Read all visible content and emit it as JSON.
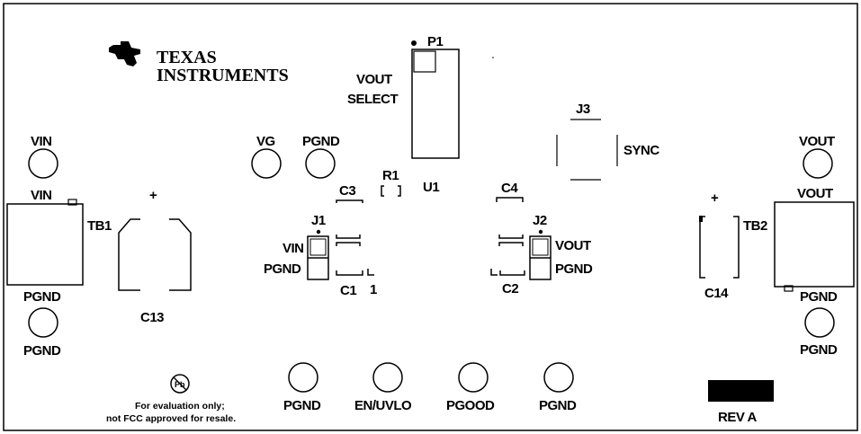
{
  "logo": {
    "line1": "TEXAS",
    "line2": "INSTRUMENTS"
  },
  "labels": {
    "p1": "P1",
    "vout_select_1": "VOUT",
    "vout_select_2": "SELECT",
    "u1": "U1",
    "r1": "R1",
    "j3": "J3",
    "sync": "SYNC",
    "vin_top": "VIN",
    "vin_tb1": "VIN",
    "tb1": "TB1",
    "pgnd_tb1": "PGND",
    "pgnd_left_bottom": "PGND",
    "c13": "C13",
    "vg": "VG",
    "pgnd_top": "PGND",
    "c3": "C3",
    "c4": "C4",
    "j1": "J1",
    "j1_vin": "VIN",
    "j1_pgnd": "PGND",
    "c1": "C1",
    "pin1": "1",
    "j2": "J2",
    "j2_vout": "VOUT",
    "j2_pgnd": "PGND",
    "c2": "C2",
    "vout_top": "VOUT",
    "vout_tb2": "VOUT",
    "tb2": "TB2",
    "c14": "C14",
    "pgnd_tb2": "PGND",
    "pgnd_right_bottom": "PGND",
    "plus_c13": "+",
    "plus_c14": "+",
    "bottom_pgnd_1": "PGND",
    "bottom_en_uvlo": "EN/UVLO",
    "bottom_pgood": "PGOOD",
    "bottom_pgnd_2": "PGND",
    "pb_symbol": "Pb",
    "eval_note_1": "For evaluation only;",
    "eval_note_2": "not FCC approved for resale.",
    "rev": "REV A"
  }
}
